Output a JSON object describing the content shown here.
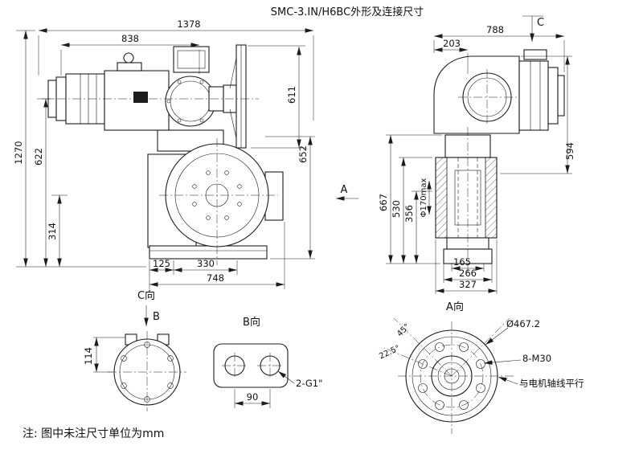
{
  "title": "SMC-3.IN/H6BC外形及连接尺寸",
  "note": "注: 图中未注尺寸单位为mm",
  "front_view": {
    "dim_1378": "1378",
    "dim_838": "838",
    "dim_1270": "1270",
    "dim_622": "622",
    "dim_314": "314",
    "dim_611": "611",
    "dim_652": "652",
    "dim_125": "125",
    "dim_330": "330",
    "dim_748": "748",
    "arrow_label": "A"
  },
  "side_view": {
    "dim_788": "788",
    "dim_203": "203",
    "dim_594": "594",
    "dim_667": "667",
    "dim_530": "530",
    "dim_356": "356",
    "dim_bore": "Φ170max",
    "dim_165": "165",
    "dim_266": "266",
    "dim_327": "327",
    "view_label": "A向",
    "arrow_label": "C"
  },
  "c_view": {
    "view_label": "C向",
    "arrow_label": "B",
    "dim_114": "114"
  },
  "b_view": {
    "view_label": "B向",
    "dim_90": "90",
    "port_label": "2-G1\""
  },
  "a_view": {
    "dim_diameter": "Ø467.2",
    "bolt_label": "8-M30",
    "parallel_note": "与电机轴线平行",
    "angle_22_5": "22.5°",
    "angle_45": "45°"
  }
}
